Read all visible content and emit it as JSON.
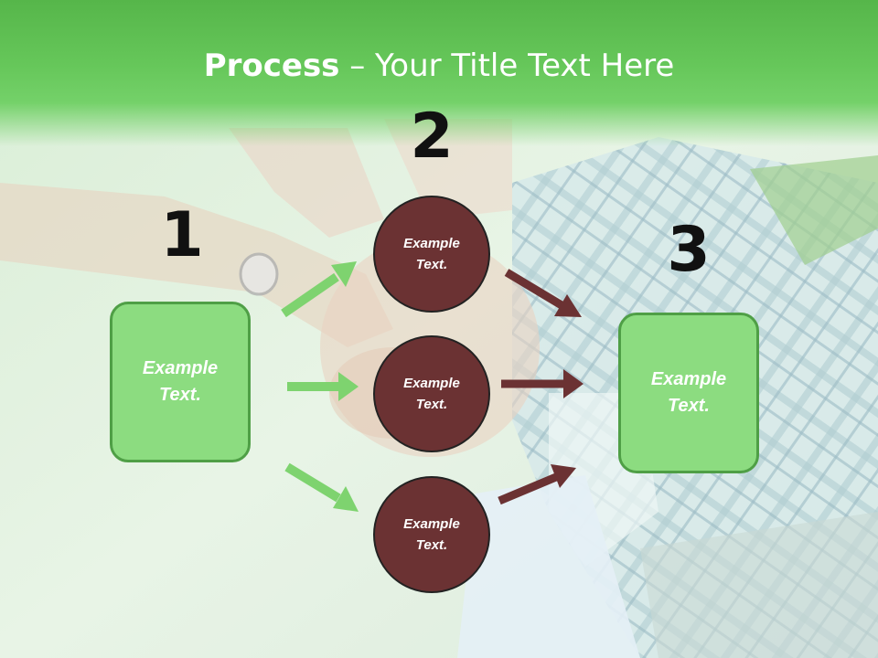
{
  "title": {
    "bold": "Process",
    "rest": " – Your Title Text Here"
  },
  "steps": [
    {
      "number": "1",
      "box_text": "Example Text."
    },
    {
      "number": "2",
      "circles": [
        "Example Text.",
        "Example Text.",
        "Example Text."
      ]
    },
    {
      "number": "3",
      "box_text": "Example Text."
    }
  ],
  "colors": {
    "header_green": "#66c75a",
    "box_fill": "#8cdc80",
    "box_border": "#4f9f46",
    "circle_fill": "#6b3233",
    "arrow_green": "#7ed36f",
    "arrow_maroon": "#6b3233"
  },
  "background": "photo-stacked-hands"
}
